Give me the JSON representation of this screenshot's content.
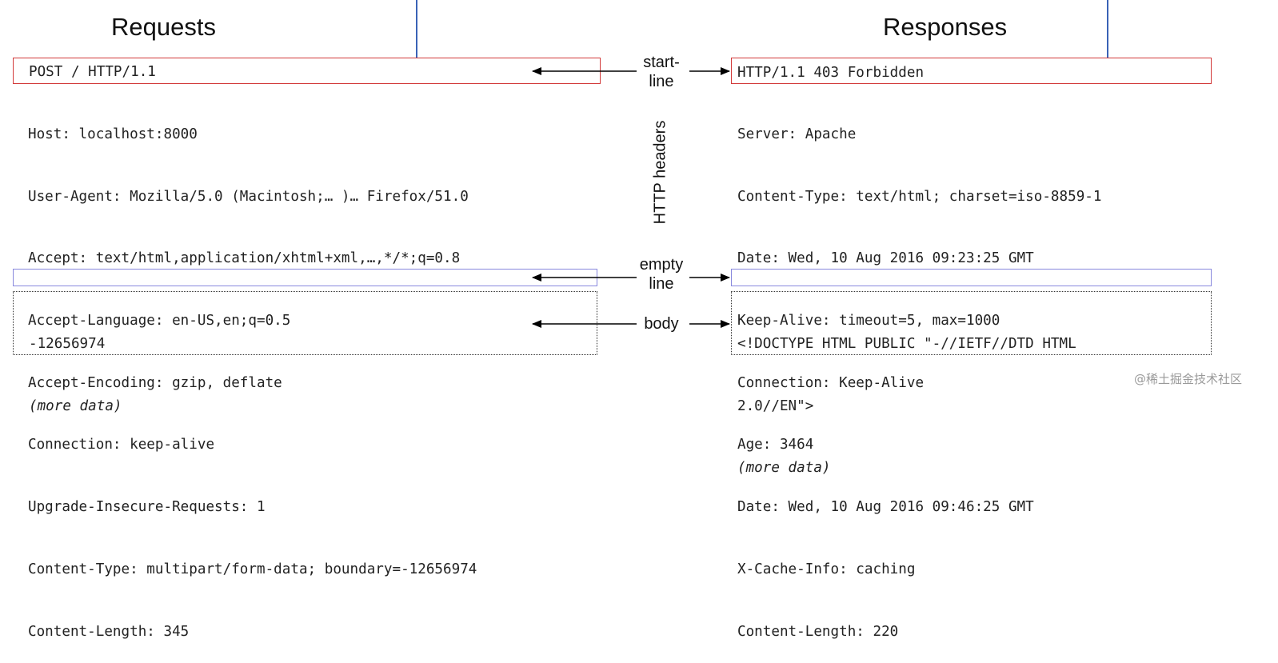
{
  "titles": {
    "left": "Requests",
    "right": "Responses"
  },
  "labels": {
    "start_line": [
      "start-",
      "line"
    ],
    "headers": "HTTP headers",
    "empty_line": [
      "empty",
      "line"
    ],
    "body": "body"
  },
  "request": {
    "start_line": "POST / HTTP/1.1",
    "headers": [
      "Host: localhost:8000",
      "User-Agent: Mozilla/5.0 (Macintosh;… )… Firefox/51.0",
      "Accept: text/html,application/xhtml+xml,…,*/*;q=0.8",
      "Accept-Language: en-US,en;q=0.5",
      "Accept-Encoding: gzip, deflate",
      "Connection: keep-alive",
      "Upgrade-Insecure-Requests: 1",
      "Content-Type: multipart/form-data; boundary=-12656974",
      "Content-Length: 345"
    ],
    "body": [
      "-12656974",
      "(more data)"
    ]
  },
  "response": {
    "start_line": "HTTP/1.1 403 Forbidden",
    "headers": [
      "Server: Apache",
      "Content-Type: text/html; charset=iso-8859-1",
      "Date: Wed, 10 Aug 2016 09:23:25 GMT",
      "Keep-Alive: timeout=5, max=1000",
      "Connection: Keep-Alive",
      "Age: 3464",
      "Date: Wed, 10 Aug 2016 09:46:25 GMT",
      "X-Cache-Info: caching",
      "Content-Length: 220"
    ],
    "body": [
      "<!DOCTYPE HTML PUBLIC \"-//IETF//DTD HTML",
      "2.0//EN\">",
      "(more data)"
    ]
  },
  "watermark": "@稀土掘金技术社区",
  "colors": {
    "start_line_box": "#d23a3a",
    "empty_line_box": "#8888dd",
    "divider": "#3a63b6"
  }
}
